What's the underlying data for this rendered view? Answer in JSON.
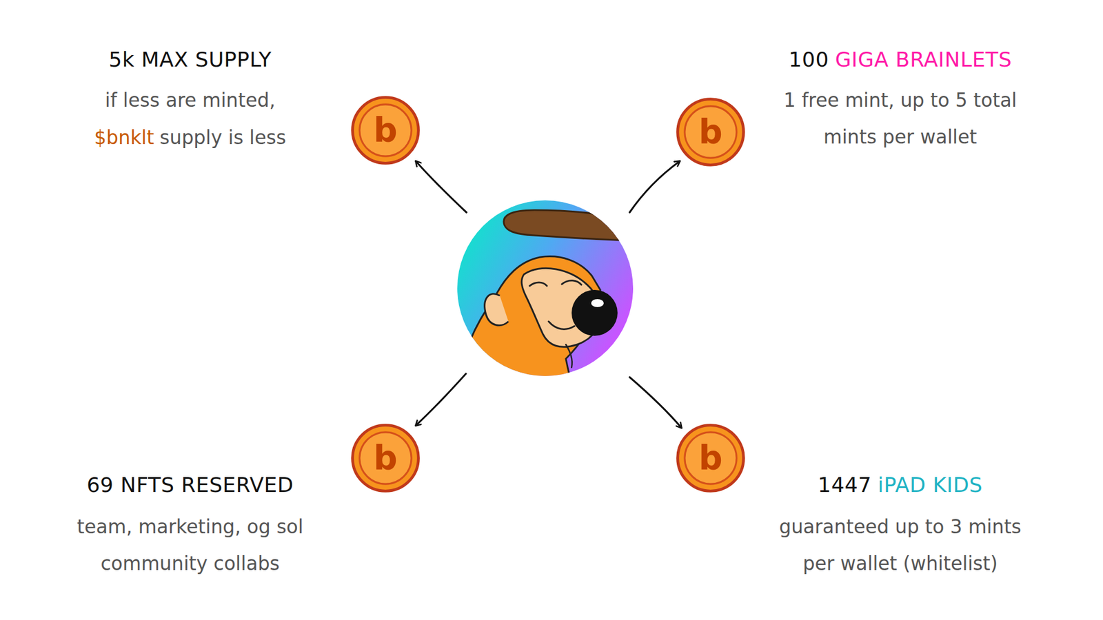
{
  "diagram": {
    "nodes": [
      {
        "text": [
          "b"
        ]
      },
      {
        "text": [
          "b"
        ]
      },
      {
        "text": [
          "b"
        ]
      },
      {
        "text": [
          "b"
        ]
      }
    ],
    "labels": [
      "5k MAX SUPPLY",
      "if less are minted,",
      "$bnklt",
      "supply is less",
      "100",
      "GIGA BRAINLETS",
      "1 free mint, up to 5 total mints per wallet",
      "69 NFTS RESERVED",
      "team, marketing, og sol community collabs",
      "1447",
      "iPAD KIDS",
      "guaranteed up to 3 mints per wallet (whitelist)"
    ]
  }
}
